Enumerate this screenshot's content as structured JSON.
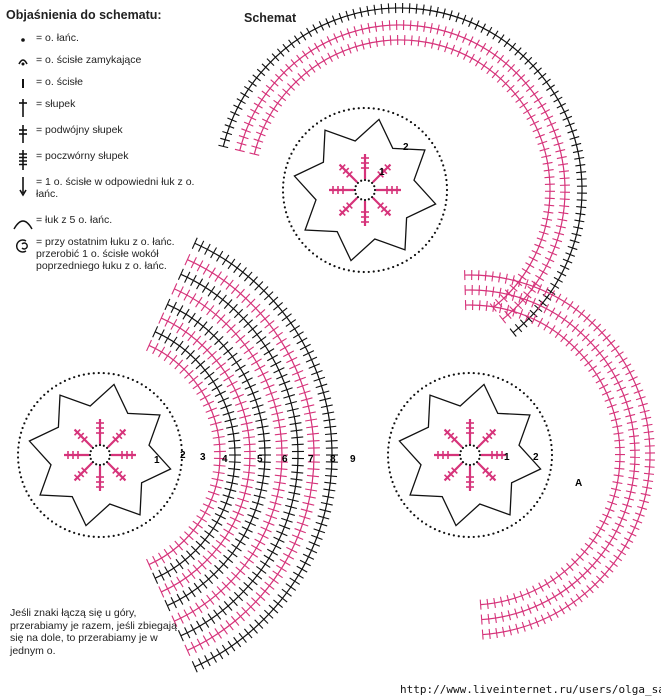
{
  "legend": {
    "title": "Objaśnienia do schematu:",
    "items": [
      {
        "icon": "chain-stitch-icon",
        "text": "= o. łańc."
      },
      {
        "icon": "closing-slip-stitch-icon",
        "text": "= o. ścisłe zamykające"
      },
      {
        "icon": "slip-stitch-icon",
        "text": "= o. ścisłe"
      },
      {
        "icon": "treble-icon",
        "text": "= słupek"
      },
      {
        "icon": "double-treble-icon",
        "text": "= podwójny słupek"
      },
      {
        "icon": "quadruple-treble-icon",
        "text": "= poczwórny słupek"
      },
      {
        "icon": "slip-in-chain-arc-icon",
        "text": "= 1 o. ścisłe w odpowiedni łuk z o. łańc."
      },
      {
        "icon": "arc-5-chains-icon",
        "text": "= łuk z 5 o. łańc."
      },
      {
        "icon": "last-arc-icon",
        "text": "= przy ostatnim łuku z o. łańc. przerobić 1 o. ścisłe wokół poprzedniego łuku z o. łańc."
      }
    ]
  },
  "schema_title": "Schemat",
  "note": "Jeśli znaki łączą się u góry, przerabiamy je razem, jeśli zbiegają się na dole, to przerabiamy je w jednym o.",
  "watermark": "http://www.liveinternet.ru/users/olga_san/",
  "round_labels_left": [
    "1",
    "2",
    "3",
    "4",
    "5",
    "6",
    "7",
    "8",
    "9"
  ],
  "round_labels_top": [
    "1",
    "2"
  ],
  "round_labels_right": [
    "1",
    "2"
  ],
  "marker_a": "A",
  "colors": {
    "pink": "#d6337a",
    "black": "#111111",
    "text": "#222222"
  }
}
